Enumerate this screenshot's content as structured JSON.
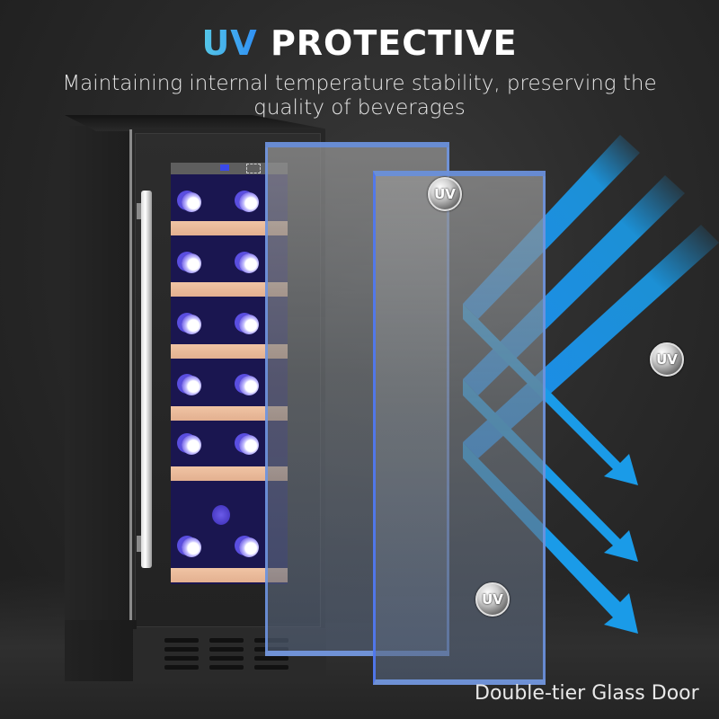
{
  "header": {
    "title_highlight": "UV",
    "title_rest": "PROTECTIVE",
    "subtitle": "Maintaining internal temperature stability, preserving the quality of beverages"
  },
  "caption": "Double-tier Glass Door",
  "badges": [
    {
      "label": "UV",
      "position": "glass-pane-2-top"
    },
    {
      "label": "UV",
      "position": "right-background"
    },
    {
      "label": "UV",
      "position": "glass-pane-2-bottom"
    }
  ],
  "product": {
    "name": "wine cooler",
    "bottle_rows": 6,
    "bottles_per_row": 2,
    "shelves": 6
  },
  "colors": {
    "accent_gradient_start": "#56c8e6",
    "accent_gradient_end": "#2f8ff5",
    "ray_blue": "#1a9be8",
    "background": "#2a2a2a",
    "interior": "#1a1650",
    "shelf": "#f0c4a4"
  }
}
